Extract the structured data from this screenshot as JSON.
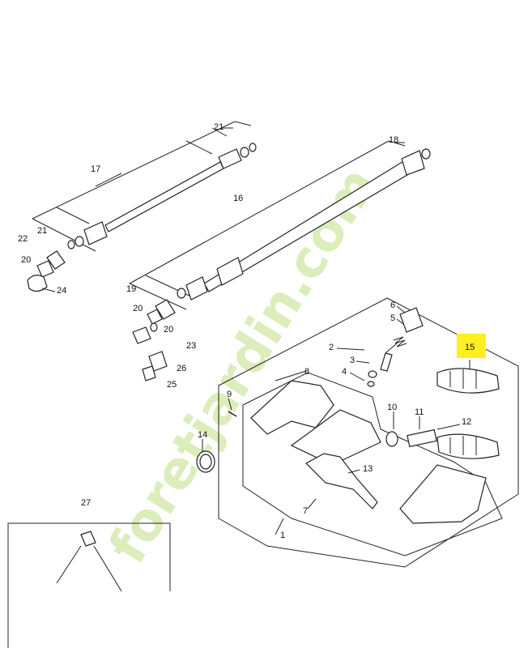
{
  "callouts": {
    "c1": "1",
    "c2": "2",
    "c3": "3",
    "c4": "4",
    "c5": "5",
    "c6": "6",
    "c7": "7",
    "c8": "8",
    "c9": "9",
    "c10": "10",
    "c11": "11",
    "c12": "12",
    "c13": "13",
    "c14": "14",
    "c15": "15",
    "c16": "16",
    "c17": "17",
    "c18": "18",
    "c19": "19",
    "c20a": "20",
    "c20b": "20",
    "c20c": "20",
    "c21a": "21",
    "c21b": "21",
    "c22": "22",
    "c23": "23",
    "c24": "24",
    "c25": "25",
    "c26": "26",
    "c27": "27"
  },
  "highlight_color": "#ffee22",
  "watermark": {
    "text": "foretjardin.com",
    "color_green": "#cfe7a3",
    "color_brown": "#d6cbb8"
  }
}
